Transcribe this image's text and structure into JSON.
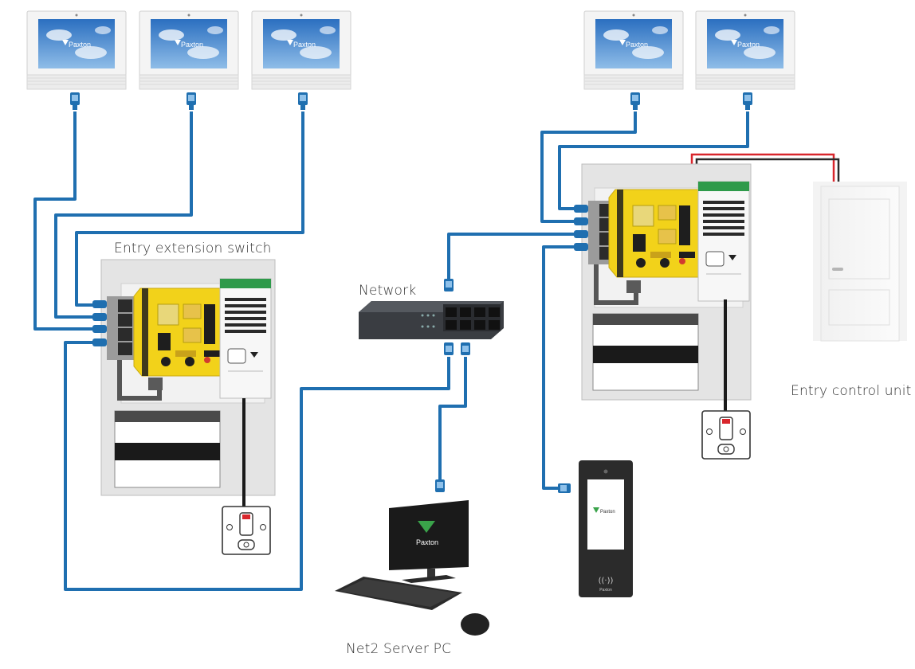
{
  "labels": {
    "entry_extension_switch": "Entry extension switch",
    "network": "Network",
    "entry_control_unit": "Entry control unit",
    "server_pc": "Net2 Server PC"
  },
  "brand": "Paxton",
  "colors": {
    "cable_blue": "#1f6fb0",
    "power_red": "#d8262c",
    "power_black": "#2a2a2a",
    "board_yellow": "#f2d21a",
    "enclosure_grey": "#e4e4e4",
    "switch_dark": "#3a3d42"
  },
  "icons": [
    "monitor-icon",
    "rj45-connector-icon",
    "controller-board-icon",
    "power-supply-icon",
    "network-switch-icon",
    "pc-monitor-icon",
    "keyboard-icon",
    "mouse-icon",
    "entry-panel-icon",
    "door-icon",
    "wall-socket-icon"
  ]
}
